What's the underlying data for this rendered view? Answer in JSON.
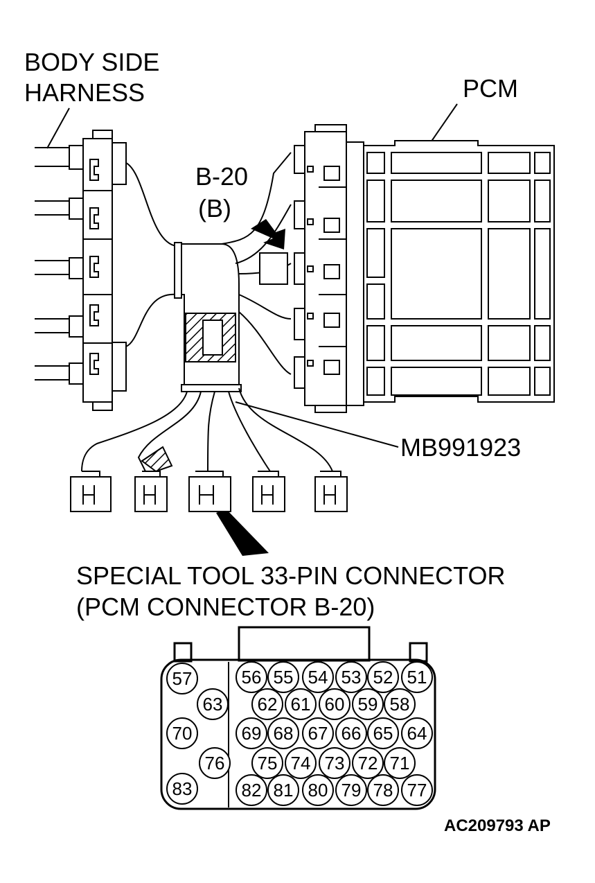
{
  "labels": {
    "body_side_harness": [
      "BODY SIDE",
      "HARNESS"
    ],
    "pcm": "PCM",
    "connector_id": [
      "B-20",
      "(B)"
    ],
    "tool": "MB991923",
    "special_tool_caption": [
      "SPECIAL TOOL 33-PIN CONNECTOR",
      "(PCM CONNECTOR B-20)"
    ],
    "figure_code": "AC209793 AP"
  },
  "pin_rows": [
    [
      "56",
      "55",
      "54",
      "53",
      "52",
      "51"
    ],
    [
      "62",
      "61",
      "60",
      "59",
      "58"
    ],
    [
      "69",
      "68",
      "67",
      "66",
      "65",
      "64"
    ],
    [
      "75",
      "74",
      "73",
      "72",
      "71"
    ],
    [
      "82",
      "81",
      "80",
      "79",
      "78",
      "77"
    ]
  ],
  "pin_left": [
    "57",
    "63",
    "70",
    "76",
    "83"
  ]
}
